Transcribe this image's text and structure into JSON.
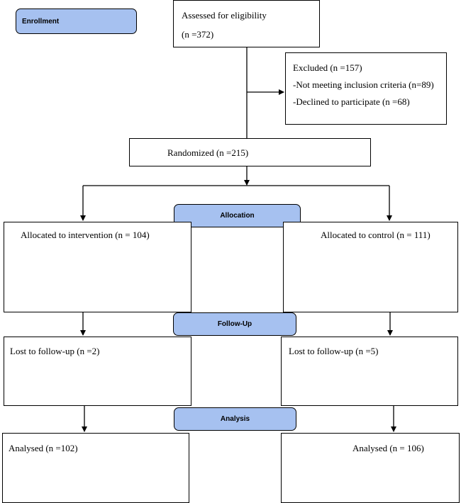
{
  "stages": {
    "enrollment": "Enrollment",
    "allocation": "Allocation",
    "follow_up": "Follow-Up",
    "analysis": "Analysis"
  },
  "assessed": {
    "title": "Assessed for eligibility",
    "count": "(n =372)"
  },
  "excluded": {
    "title": "Excluded (n =157)",
    "reasons": [
      "-Not meeting inclusion criteria (n=89)",
      "-Declined to participate (n =68)"
    ]
  },
  "randomized": "Randomized (n =215)",
  "intervention_arm": {
    "allocated": "Allocated to intervention (n = 104)",
    "lost": "Lost to follow-up (n =2)",
    "analysed": "Analysed (n =102)"
  },
  "control_arm": {
    "allocated": "Allocated to control (n = 111)",
    "lost": "Lost to follow-up (n =5)",
    "analysed": "Analysed (n = 106)"
  }
}
